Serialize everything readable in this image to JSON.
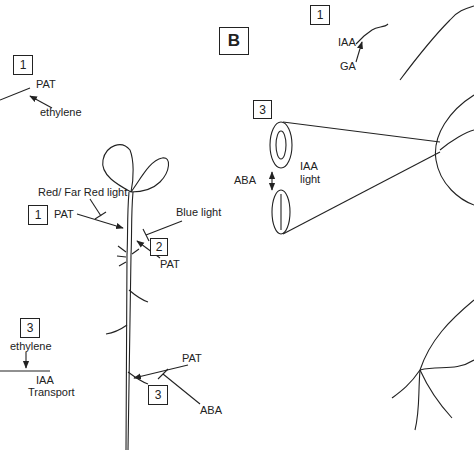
{
  "diagram": {
    "nodes": [
      {
        "text": [
          "1"
        ]
      },
      {
        "text": [
          "B"
        ]
      },
      {
        "text": [
          "1"
        ]
      },
      {
        "text": [
          "3"
        ]
      },
      {
        "text": [
          "1"
        ]
      },
      {
        "text": [
          "2"
        ]
      },
      {
        "text": [
          "3"
        ]
      },
      {
        "text": [
          "3"
        ]
      }
    ],
    "labels": [
      "IAA",
      "GA",
      "PAT",
      "ethylene",
      "ABA",
      "IAA",
      "light",
      "Red/ Far Red light",
      "PAT",
      "Blue light",
      "PAT",
      "ethylene",
      "PAT",
      "IAA",
      "Transport",
      "ABA"
    ]
  }
}
